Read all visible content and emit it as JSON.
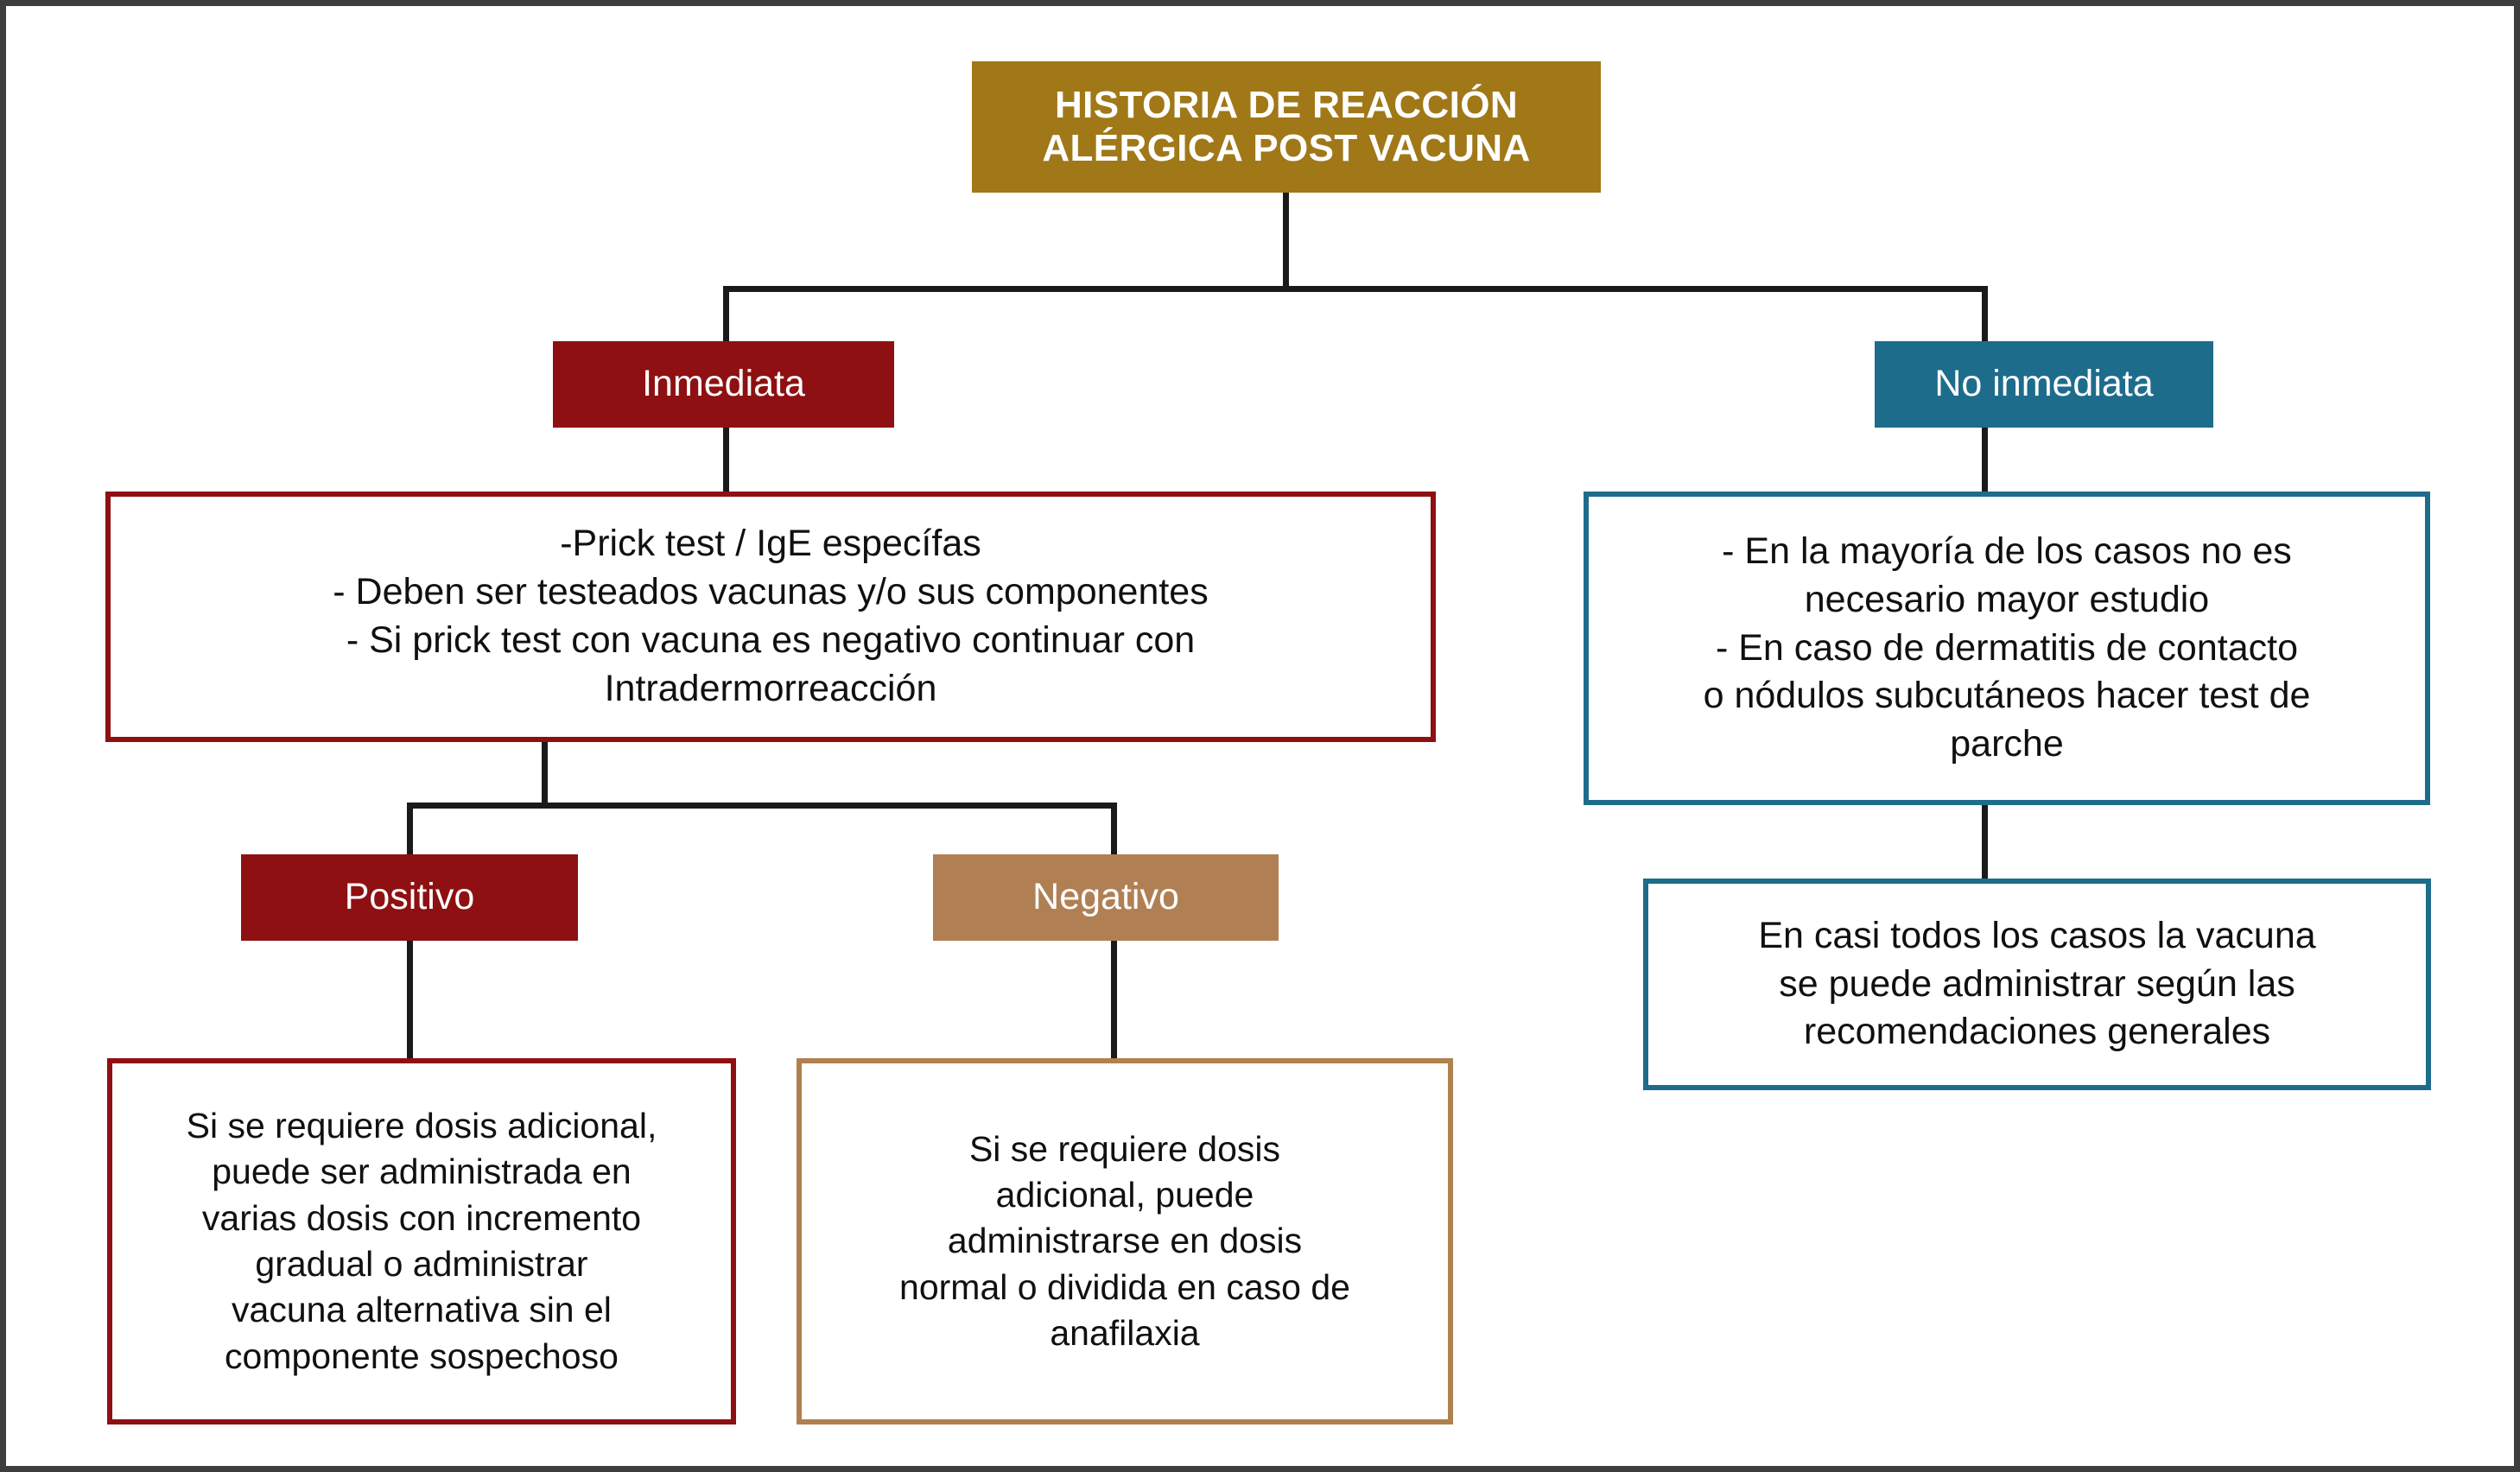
{
  "diagram": {
    "title_node": {
      "label": "HISTORIA DE REACCIÓN\nALÉRGICA POST VACUNA",
      "color": "#A07818",
      "text_color": "#FFFFFF"
    },
    "branches": [
      {
        "label": "Inmediata",
        "color": "#8E1012",
        "detail": "-Prick test / IgE específas\n- Deben ser testeados vacunas y/o sus componentes\n- Si prick test con vacuna es negativo continuar con\nIntradermorreacción",
        "detail_border": "#8E1012",
        "outcomes": [
          {
            "label": "Positivo",
            "color": "#8E1012",
            "detail": "Si se requiere dosis adicional,\npuede ser administrada en\nvarias dosis con incremento\ngradual o administrar\nvacuna alternativa sin el\ncomponente sospechoso",
            "detail_border": "#8E1012"
          },
          {
            "label": "Negativo",
            "color": "#B08054",
            "detail": "Si se requiere dosis\nadicional, puede\nadministrarse en dosis\nnormal o dividida en caso de\nanafilaxia",
            "detail_border": "#B0804F"
          }
        ]
      },
      {
        "label": "No inmediata",
        "color": "#1E6C8C",
        "detail": "- En la mayoría de los casos no es\nnecesario mayor estudio\n- En caso de dermatitis de contacto\no nódulos subcutáneos hacer test de\nparche",
        "detail_border": "#1E6C8C",
        "conclusion": "En casi todos los casos la vacuna\nse puede administrar según las\nrecomendaciones generales",
        "conclusion_border": "#1E6C8C"
      }
    ],
    "connector_color": "#1A1A1A",
    "frame_color": "#3D3D3D"
  }
}
